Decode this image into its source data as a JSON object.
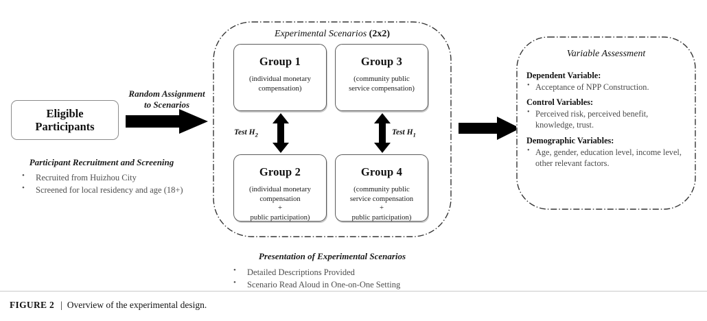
{
  "figure": {
    "number_label": "FIGURE 2",
    "separator": "|",
    "caption": "Overview of the experimental design."
  },
  "left_stage": {
    "box_label_line1": "Eligible",
    "box_label_line2": "Participants",
    "arrow_label_line1": "Random Assignment",
    "arrow_label_line2": "to Scenarios",
    "heading": "Participant Recruitment and Screening",
    "bullets": [
      "Recruited from Huizhou City",
      "Screened for local residency and age (18+)"
    ]
  },
  "scenarios": {
    "title_main": "Experimental Scenarios",
    "title_suffix": "(2x2)",
    "groups": [
      {
        "name": "Group 1",
        "description": "(individual monetary\ncompensation)"
      },
      {
        "name": "Group 3",
        "description": "(community public\nservice compensation)"
      },
      {
        "name": "Group 2",
        "description": "(individual monetary\ncompensation\n+\npublic participation)"
      },
      {
        "name": "Group 4",
        "description": "(community public\nservice compensation\n+\npublic participation)"
      }
    ],
    "test_left": "Test H",
    "test_left_sub": "2",
    "test_right": "Test H",
    "test_right_sub": "1",
    "presentation_heading": "Presentation of Experimental Scenarios",
    "presentation_bullets": [
      "Detailed Descriptions Provided",
      "Scenario Read Aloud in One-on-One Setting"
    ]
  },
  "variables": {
    "title": "Variable Assessment",
    "sections": [
      {
        "heading": "Dependent Variable:",
        "items": [
          "Acceptance of NPP Construction."
        ]
      },
      {
        "heading": "Control Variables:",
        "items": [
          "Perceived risk, perceived benefit, knowledge, trust."
        ]
      },
      {
        "heading": "Demographic Variables:",
        "items": [
          "Age, gender, education level, income level, other relevant factors."
        ]
      }
    ]
  },
  "colors": {
    "ink": "#1a1a1a",
    "muted_text": "#4a4a4a",
    "box_border": "#5a5a5a",
    "soft_border": "#8a8a8a",
    "arrow_fill": "#000000",
    "rule": "#c9c9c9"
  }
}
